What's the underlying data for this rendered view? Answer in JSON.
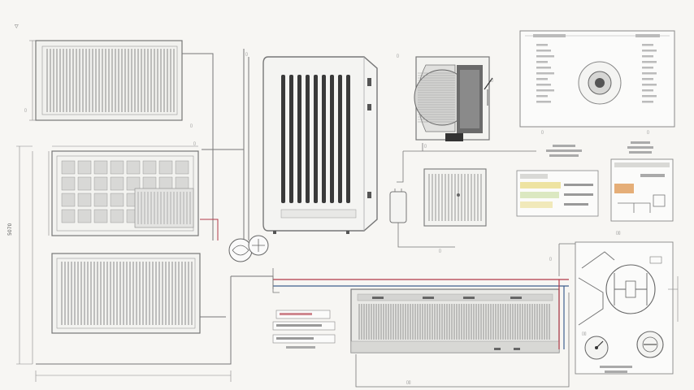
{
  "colors": {
    "background": "#f7f6f3",
    "line": "#666666",
    "wire_red": "#b23a48",
    "wire_blue": "#3f5f8f",
    "panel_fill": "#f1f1ee",
    "accent_orange": "#e0a060",
    "accent_yellow": "#e8d87a"
  },
  "icons": [
    "fan-rotor-icon",
    "gauge-icon",
    "dial-icon"
  ],
  "labels": {
    "height_dim": "5070",
    "bottom_dim_note": "",
    "outdoor_unit_caption": "",
    "spec_sheet_title": ""
  },
  "components": [
    {
      "name": "condenser-coil-top",
      "kind": "grille"
    },
    {
      "name": "condenser-coil-middle",
      "kind": "grille"
    },
    {
      "name": "condenser-coil-bottom",
      "kind": "grille"
    },
    {
      "name": "radiator-cabinet",
      "kind": "cabinet"
    },
    {
      "name": "outdoor-fan-unit",
      "kind": "fan"
    },
    {
      "name": "small-coil",
      "kind": "grille"
    },
    {
      "name": "spec-sheet",
      "kind": "document"
    },
    {
      "name": "control-wiring-box",
      "kind": "panel"
    },
    {
      "name": "evaporator-coil",
      "kind": "grille"
    },
    {
      "name": "valve-detail",
      "kind": "detail"
    }
  ]
}
